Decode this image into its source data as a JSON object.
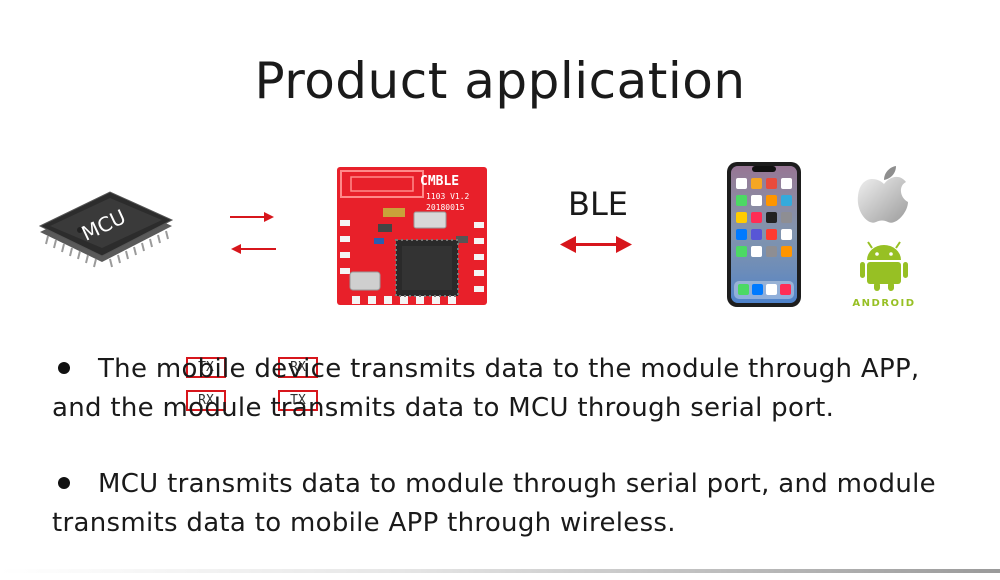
{
  "title": "Product application",
  "mcu": {
    "label": "MCU"
  },
  "signals": {
    "row1_left": "TX",
    "row1_right": "RX",
    "row2_left": "RX",
    "row2_right": "TX"
  },
  "module": {
    "name": "CMBLE",
    "version": "1103 V1.2",
    "date": "20180015"
  },
  "link": {
    "label": "BLE"
  },
  "android": {
    "label": "ANDROID"
  },
  "bullets": [
    "The mobile device transmits data to the module through APP, and the module transmits data to MCU through serial port.",
    "MCU transmits data to module through serial port, and module transmits data to mobile APP through wireless."
  ],
  "colors": {
    "accent": "#d7161c",
    "board": "#e8202a",
    "android_green": "#97c024"
  }
}
